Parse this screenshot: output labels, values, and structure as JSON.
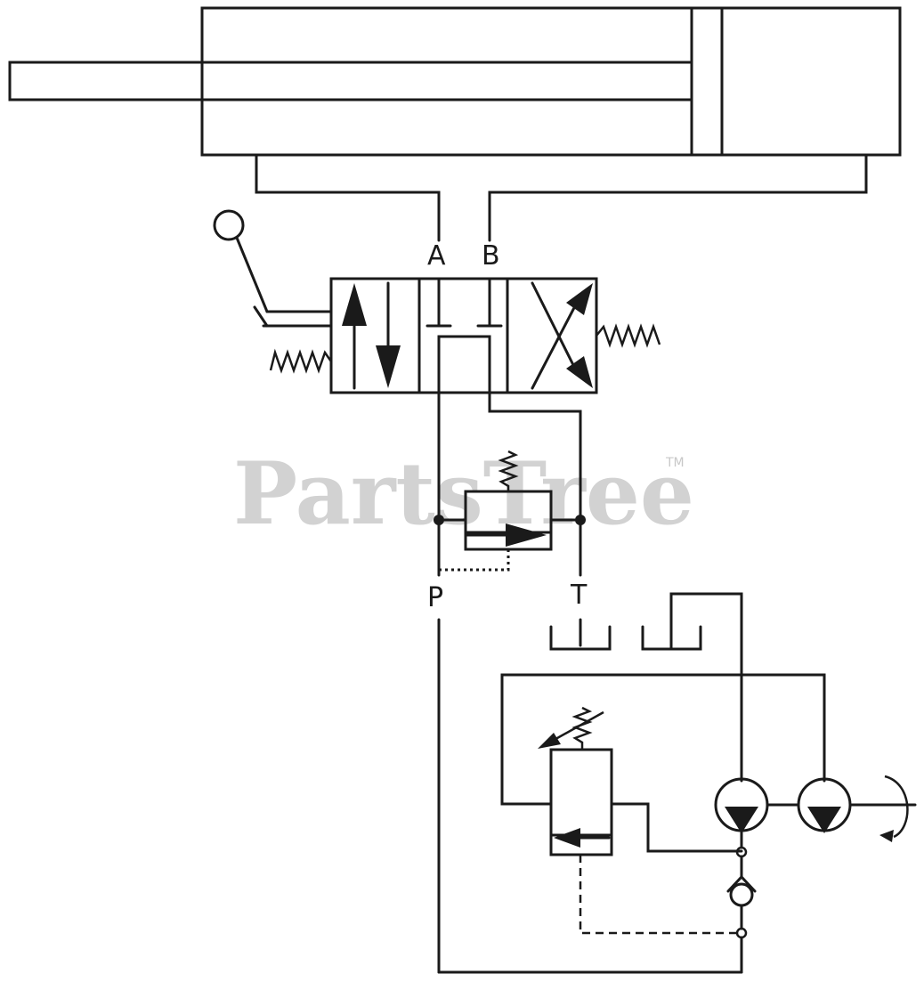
{
  "ports": {
    "a": "A",
    "b": "B",
    "p": "P",
    "t": "T"
  },
  "watermark": {
    "brand": "PartsTree",
    "trademark": "TM"
  },
  "colors": {
    "line": "#1a1a1a",
    "watermark": "#d2d2d2",
    "background": "#ffffff"
  }
}
